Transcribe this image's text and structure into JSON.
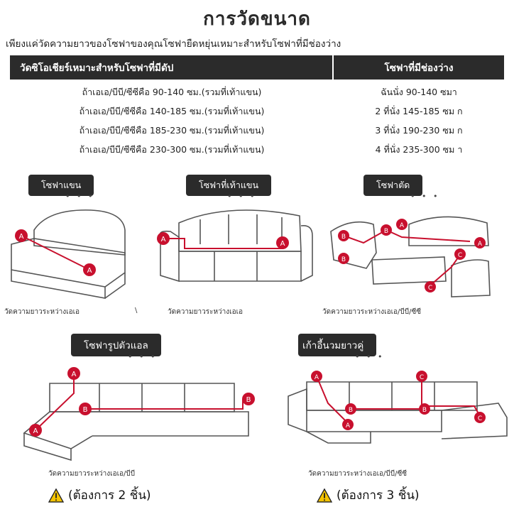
{
  "title": "การวัดขนาด",
  "subtitle": "เพียงแค่วัดความยาวของโซฟาของคุณโซฟายืดหยุ่นเหมาะสำหรับโซฟาที่มีช่องว่าง",
  "size_table": {
    "headers": [
      "วัดซิโอเชียร์เหมาะสำหรับโซฟาที่มีดัป",
      "โซฟาที่มีช่องว่าง"
    ],
    "rows": [
      {
        "measure": "ถ้าเอเอ/บีบี/ซีซีคือ 90-140 ซม.(รวมที่เท้าแขน)",
        "fit": "ฉันนั่ง 90-140 ซมา"
      },
      {
        "measure": "ถ้าเอเอ/บีบี/ซีซีคือ 140-185 ซม.(รวมที่เท้าแขน)",
        "fit": "2 ที่นั่ง 145-185 ซม ก"
      },
      {
        "measure": "ถ้าเอเอ/บีบี/ซีซีคือ 185-230 ซม.(รวมที่เท้าแขน)",
        "fit": "3 ที่นั่ง 190-230 ซม ก"
      },
      {
        "measure": "ถ้าเอเอ/บีบี/ซีซีคือ 230-300 ซม.(รวมที่เท้าแขน)",
        "fit": "4 ที่นั่ง 235-300 ซม า"
      }
    ]
  },
  "sections": {
    "armless": {
      "label": "โซฟาแขน",
      "dots": "• • •",
      "caption": "วัดความยาวระหว่างเอเอ",
      "caption_tail": "\\"
    },
    "armrest": {
      "label": "โซฟาที่เท้าแขน",
      "dots": "• • •",
      "caption": "วัดความยาวระหว่างเอเอ"
    },
    "sectional": {
      "label": "โซฟาตัด",
      "dots": "• • •",
      "caption": "วัดความยาวระหว่างเอเอ/บีบี/ซีซี"
    },
    "l_shape": {
      "label": "โซฟารูปตัวแอล",
      "dots": "• • •",
      "caption": "วัดความยาวระหว่างเอเอ/บีบี",
      "note": "(ต้องการ 2 ชิ้น)"
    },
    "chaise": {
      "label": "เก้าอี้นวมยาวคู่",
      "dots": "• • •",
      "caption": "วัดความยาวระหว่างเอเอ/บีบี/ซีซี",
      "note": "(ต้องการ 3 ชิ้น)"
    }
  },
  "markers": {
    "a": "A",
    "b": "B",
    "c": "C"
  },
  "colors": {
    "marker": "#c8102e",
    "header_bg": "#2b2b2b",
    "line": "#555555",
    "warning": "#f5c400"
  },
  "icons": {
    "warning": "warning-triangle-icon"
  }
}
